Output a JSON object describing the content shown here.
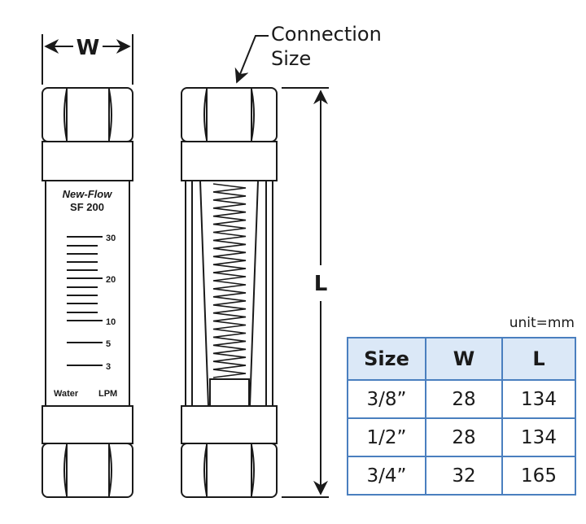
{
  "labels": {
    "width_dim": "W",
    "length_dim": "L",
    "connection_line1": "Connection",
    "connection_line2": "Size",
    "brand": "New-Flow",
    "model": "SF 200",
    "fluid": "Water",
    "unit_flow": "LPM",
    "unit_note": "unit=mm"
  },
  "scale_ticks": [
    "30",
    "20",
    "10",
    "5",
    "3"
  ],
  "table": {
    "headers": [
      "Size",
      "W",
      "L"
    ],
    "rows": [
      [
        "3/8”",
        "28",
        "134"
      ],
      [
        "1/2”",
        "28",
        "134"
      ],
      [
        "3/4”",
        "32",
        "165"
      ]
    ]
  },
  "colors": {
    "table_border": "#4a7fbf",
    "table_header_bg": "#dbe8f7",
    "line": "#1a1a1a"
  }
}
